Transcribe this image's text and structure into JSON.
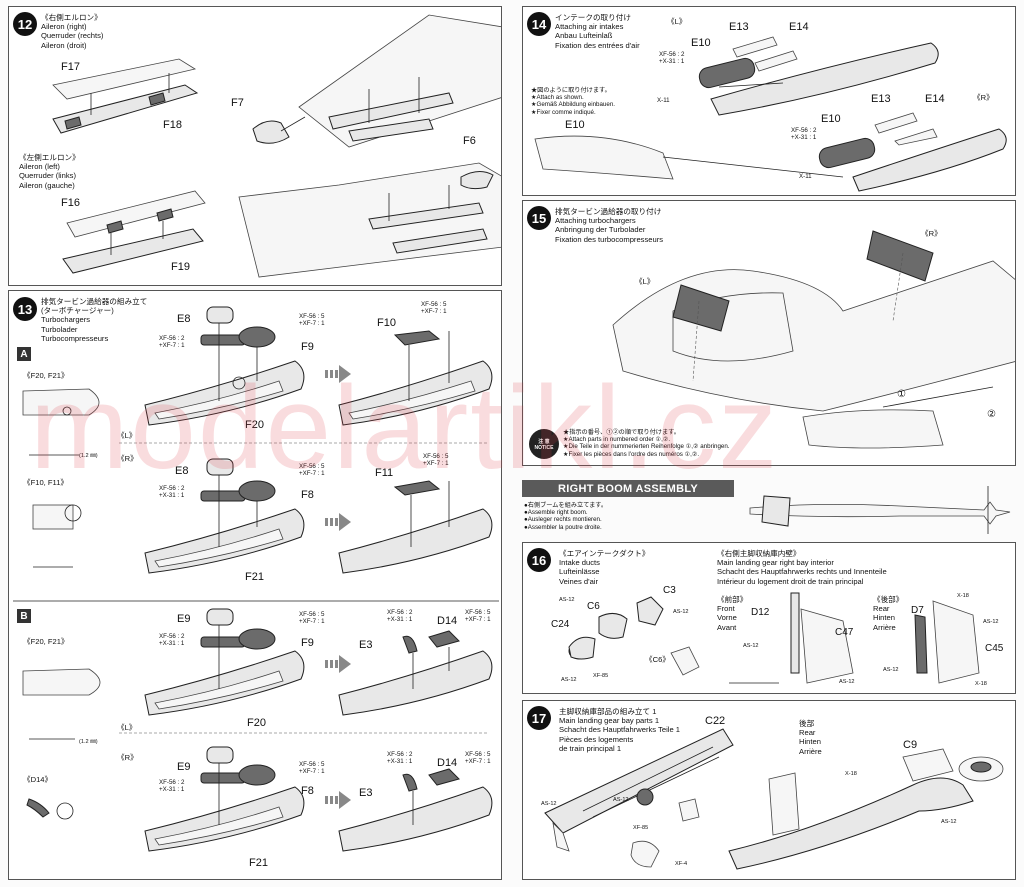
{
  "step12": {
    "num": "12",
    "right_title": [
      "《右側エルロン》",
      "Aileron (right)",
      "Querruder (rechts)",
      "Aileron (droit)"
    ],
    "left_title": [
      "《左側エルロン》",
      "Aileron (left)",
      "Querruder (links)",
      "Aileron (gauche)"
    ],
    "parts": {
      "f17": "F17",
      "f18": "F18",
      "f7": "F7",
      "f16": "F16",
      "f19": "F19",
      "f6": "F6"
    }
  },
  "step13": {
    "num": "13",
    "title": [
      "排気タービン過給器の組み立て",
      "(ターボチャージャー)",
      "Turbochargers",
      "Turbolader",
      "Turbocompresseurs"
    ],
    "sec_a": "A",
    "sec_b": "B",
    "ref_f20f21": "《F20, F21》",
    "ref_f10f11": "《F10, F11》",
    "ref_d14": "《D14》",
    "dim": "(1.2 ㎜)",
    "side_l": "《L》",
    "side_r": "《R》",
    "paint_xf56_2_xf7_1": [
      "XF-56 : 2",
      "+XF-7 : 1"
    ],
    "paint_xf56_2_x31_1": [
      "XF-56 : 2",
      "+X-31 : 1"
    ],
    "paint_xf56_5_xf7_1": [
      "XF-56 : 5",
      "+XF-7 : 1"
    ],
    "parts": {
      "e8": "E8",
      "f9": "F9",
      "f20": "F20",
      "f10": "F10",
      "f8": "F8",
      "f21": "F21",
      "f11": "F11",
      "e9": "E9",
      "e3": "E3",
      "d14": "D14"
    }
  },
  "step14": {
    "num": "14",
    "title": [
      "インテークの取り付け",
      "Attaching air intakes",
      "Anbau Lufteinlaß",
      "Fixation des entrées d'air"
    ],
    "side_l": "《L》",
    "side_r": "《R》",
    "note": [
      "★図のように取り付けます。",
      "★Attach as shown.",
      "★Gemäß Abbildung einbauen.",
      "★Fixer comme indiqué."
    ],
    "paint": [
      "XF-56 : 2",
      "+X-31 : 1"
    ],
    "x11": "X-11",
    "parts": {
      "e10": "E10",
      "e13": "E13",
      "e14": "E14"
    }
  },
  "step15": {
    "num": "15",
    "title": [
      "排気タービン過給器の取り付け",
      "Attaching turbochargers",
      "Anbringung der Turbolader",
      "Fixation des turbocompresseurs"
    ],
    "side_l": "《L》",
    "side_r": "《R》",
    "notice_jp": "注 意",
    "notice_en": "NOTICE",
    "notes": [
      "★指示の番号、①②の順で取り付けます。",
      "★Attach parts in numbered order ①,②.",
      "★Die Teile in der nummerierten Reihenfolge ①,② anbringen.",
      "★Fixer les pièces dans l'ordre des numéros ①,②."
    ],
    "n1": "①",
    "n2": "②"
  },
  "banner": {
    "title": "RIGHT BOOM ASSEMBLY",
    "lines": [
      "●右側ブームを組み立てます。",
      "●Assemble right boom.",
      "●Ausleger rechts montieren.",
      "●Assembler la poutre droite."
    ]
  },
  "step16": {
    "num": "16",
    "intake_title": [
      "《エアインテークダクト》",
      "Intake ducts",
      "Lufteinlässe",
      "Veines d'air"
    ],
    "bay_title": [
      "《右側主脚収納庫内壁》",
      "Main landing gear right bay interior",
      "Schacht des Hauptfahrwerks rechts und Innenteile",
      "Intérieur du logement droit de train principal"
    ],
    "front_title": [
      "《前部》",
      "Front",
      "Vorne",
      "Avant"
    ],
    "rear_title": [
      "《後部》",
      "Rear",
      "Hinten",
      "Arrière"
    ],
    "c6_ref": "《C6》",
    "paint": {
      "as12": "AS-12",
      "xf85": "XF-85",
      "x18": "X-18"
    },
    "parts": {
      "c3": "C3",
      "c6": "C6",
      "c24": "C24",
      "d12": "D12",
      "c47": "C47",
      "d7": "D7",
      "c45": "C45"
    }
  },
  "step17": {
    "num": "17",
    "title": [
      "主脚収納庫部品の組み立て 1",
      "Main landing gear bay parts 1",
      "Schacht des Hauptfahrwerks Teile 1",
      "Pièces des logements",
      "de train principal 1"
    ],
    "rear_title": [
      "後部",
      "Rear",
      "Hinten",
      "Arrière"
    ],
    "paint": {
      "as12": "AS-12",
      "xf85": "XF-85",
      "xf4": "XF-4",
      "x18": "X-18"
    },
    "parts": {
      "c22": "C22",
      "c9": "C9"
    }
  },
  "watermark": "modelartikl.cz"
}
